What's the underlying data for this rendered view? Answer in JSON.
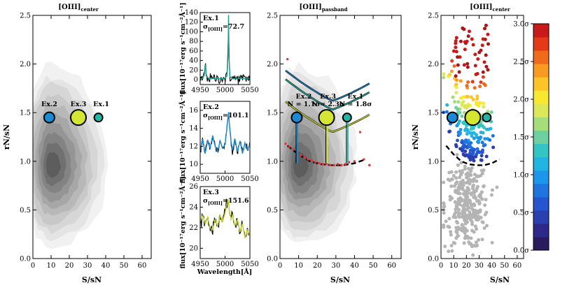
{
  "chart_data": [
    {
      "type": "heatmap",
      "title": "[OIII]",
      "title_subscript": "center",
      "xlabel": "S/sN",
      "ylabel": "rN/sN",
      "xlim": [
        0,
        65
      ],
      "ylim": [
        0,
        2.5
      ],
      "xticks": [
        "0",
        "10",
        "20",
        "30",
        "40",
        "50",
        "60"
      ],
      "yticks": [
        "0.0",
        "0.5",
        "1.0",
        "1.5",
        "2.0",
        "2.5"
      ],
      "density_peak": {
        "x": 10,
        "y": 0.95
      },
      "examples": [
        {
          "label": "Ex.2",
          "x": 9,
          "y": 1.45,
          "color": "#1a8ad4"
        },
        {
          "label": "Ex.3",
          "x": 25,
          "y": 1.45,
          "color": "#d4e632"
        },
        {
          "label": "Ex.1",
          "x": 36,
          "y": 1.45,
          "color": "#22b5a5"
        }
      ]
    },
    {
      "type": "line",
      "panel": "Ex.1",
      "sigma_label": "σ",
      "sigma_sub": "[OIII]",
      "sigma_value": "=72.7",
      "ylabel": "flux[10⁻¹⁷erg s⁻¹cm⁻²Å⁻¹]",
      "xlim": [
        4950,
        5050
      ],
      "ylim": [
        -10,
        140
      ],
      "yticks": [
        "0",
        "20",
        "40",
        "60",
        "80",
        "100",
        "120",
        "140"
      ],
      "xticks": [
        "4950",
        "5000",
        "5050"
      ],
      "line_color": "#1f9d8f",
      "x": [
        4950,
        4955,
        4958,
        4960,
        4962,
        4965,
        4970,
        4980,
        4990,
        5000,
        5004,
        5006,
        5007,
        5008,
        5010,
        5015,
        5020,
        5030,
        5040,
        5050
      ],
      "y": [
        2,
        3,
        10,
        32,
        12,
        4,
        2,
        3,
        2,
        3,
        8,
        50,
        135,
        45,
        6,
        3,
        2,
        3,
        2,
        3
      ]
    },
    {
      "type": "line",
      "panel": "Ex.2",
      "sigma_label": "σ",
      "sigma_sub": "[OIII]",
      "sigma_value": "=101.1",
      "ylabel": "flux[10⁻¹⁷erg s⁻¹cm⁻²Å⁻¹]",
      "xlim": [
        4950,
        5050
      ],
      "ylim": [
        9,
        17
      ],
      "yticks": [
        "10",
        "12",
        "14",
        "16"
      ],
      "xticks": [
        "4950",
        "5000",
        "5050"
      ],
      "line_color": "#1a8ad4",
      "x": [
        4950,
        4955,
        4960,
        4965,
        4970,
        4975,
        4980,
        4985,
        4990,
        4995,
        5000,
        5003,
        5005,
        5007,
        5009,
        5012,
        5015,
        5020,
        5025,
        5030,
        5035,
        5040,
        5045,
        5050
      ],
      "y": [
        11.5,
        12.8,
        11.2,
        12.6,
        11.8,
        13.2,
        12.0,
        11.4,
        12.6,
        11.8,
        12.2,
        13.6,
        14.8,
        15.8,
        14.2,
        12.6,
        11.6,
        12.8,
        11.4,
        12.6,
        11.2,
        12.4,
        11.6,
        12.2
      ]
    },
    {
      "type": "line",
      "panel": "Ex.3",
      "sigma_label": "σ",
      "sigma_sub": "[OIII]",
      "sigma_value": "=151.6",
      "ylabel": "flux[10⁻¹⁷erg s⁻¹cm⁻²Å⁻¹]",
      "xlabel": "Wavelength[Å]",
      "xlim": [
        4950,
        5050
      ],
      "ylim": [
        19,
        26
      ],
      "yticks": [
        "20",
        "22",
        "24",
        "26"
      ],
      "xticks": [
        "4950",
        "5000",
        "5050"
      ],
      "line_color": "#c8d42a",
      "x": [
        4950,
        4955,
        4960,
        4965,
        4970,
        4975,
        4980,
        4985,
        4990,
        4995,
        5000,
        5003,
        5006,
        5009,
        5012,
        5015,
        5020,
        5025,
        5030,
        5035,
        5040,
        5045,
        5050
      ],
      "y": [
        22.6,
        23.2,
        22.4,
        23.0,
        22.0,
        21.8,
        22.8,
        22.2,
        23.2,
        22.6,
        23.4,
        24.2,
        24.8,
        23.6,
        22.8,
        23.2,
        22.2,
        22.8,
        21.6,
        22.4,
        21.0,
        21.8,
        21.2
      ]
    },
    {
      "type": "heatmap",
      "title": "[OIII]",
      "title_subscript": "passband",
      "xlabel": "S/sN",
      "xlim": [
        0,
        65
      ],
      "ylim": [
        0,
        2.5
      ],
      "xticks": [
        "0",
        "10",
        "20",
        "30",
        "40",
        "50",
        "60"
      ],
      "yticks": [
        "0.0",
        "0.5",
        "1.0",
        "1.5",
        "2.0",
        "2.5"
      ],
      "examples": [
        {
          "label": "Ex.2",
          "n_label": "N = 1.1σ",
          "x": 9,
          "y": 1.45,
          "color": "#1a8ad4"
        },
        {
          "label": "Ex.3",
          "n_label": "N = 2.3σ",
          "x": 25,
          "y": 1.45,
          "color": "#d4e632"
        },
        {
          "label": "Ex.1",
          "n_label": "N = 1.8σ",
          "x": 36,
          "y": 1.45,
          "color": "#22b5a5"
        }
      ],
      "threshold_curve": {
        "x": [
          4,
          10,
          16,
          22,
          28,
          34,
          40,
          46
        ],
        "y": [
          1.16,
          1.07,
          1.0,
          0.97,
          0.96,
          0.96,
          0.98,
          1.02
        ]
      },
      "threshold_points": {
        "x": [
          3,
          4,
          5,
          7,
          9,
          11,
          13,
          15,
          17,
          19,
          21,
          23,
          25,
          27,
          29,
          31,
          33,
          35,
          37,
          40,
          43,
          45,
          48
        ],
        "y": [
          1.18,
          2.05,
          1.15,
          1.12,
          1.09,
          1.06,
          1.04,
          1.02,
          1.01,
          0.99,
          0.98,
          0.97,
          0.97,
          0.96,
          0.96,
          0.97,
          0.96,
          0.97,
          0.99,
          1.0,
          1.3,
          1.02,
          0.96
        ]
      }
    },
    {
      "type": "scatter",
      "title": "[OIII]",
      "title_subscript": "center",
      "xlabel": "S/sN",
      "ylabel": "rN/sN",
      "xlim": [
        0,
        65
      ],
      "ylim": [
        0,
        2.5
      ],
      "xticks": [
        "0",
        "10",
        "20",
        "30",
        "40",
        "50",
        "60"
      ],
      "yticks": [
        "0.0",
        "0.5",
        "1.0",
        "1.5",
        "2.0",
        "2.5"
      ],
      "colorbar": {
        "range": [
          0,
          3
        ],
        "ticks": [
          "0.0σ",
          "0.5σ",
          "1.0σ",
          "1.5σ",
          "2.0σ",
          "2.5σ",
          "3.0σ"
        ],
        "colors": [
          "#2a1a5e",
          "#2d2a8a",
          "#2a3fb0",
          "#2556d0",
          "#1f74e0",
          "#1b96ea",
          "#22b4e0",
          "#35c4c4",
          "#6cd0a0",
          "#a7dc7a",
          "#dce85a",
          "#f8e832",
          "#fbc428",
          "#f89a22",
          "#f06a1c",
          "#e43a1a",
          "#c81a1a"
        ]
      },
      "examples": [
        {
          "label": "Ex.2",
          "x": 9,
          "y": 1.45,
          "color": "#1a8ad4"
        },
        {
          "label": "Ex.3",
          "x": 25,
          "y": 1.45,
          "color": "#d4e632"
        },
        {
          "label": "Ex.1",
          "x": 36,
          "y": 1.45,
          "color": "#22b5a5"
        }
      ]
    }
  ]
}
